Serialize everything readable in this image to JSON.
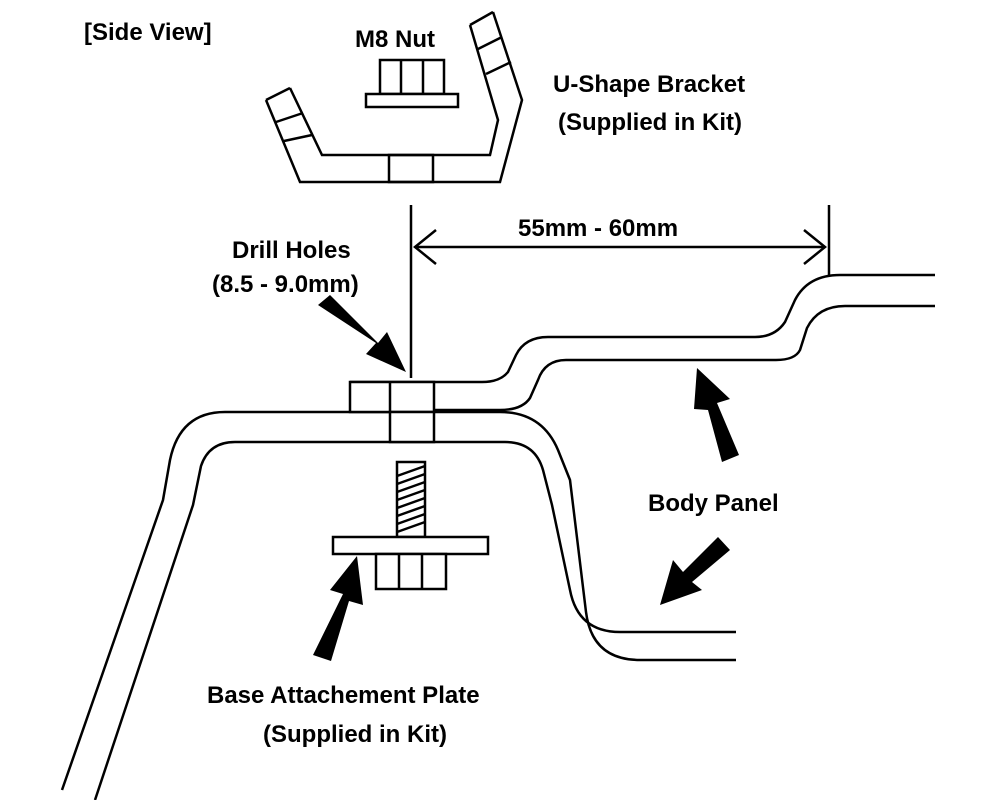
{
  "labels": {
    "view": "[Side View]",
    "nut": "M8 Nut",
    "bracket_line1": "U-Shape Bracket",
    "bracket_line2": "(Supplied in Kit)",
    "dimension": "55mm - 60mm",
    "drill_line1": "Drill Holes",
    "drill_line2": "(8.5 - 9.0mm)",
    "body_panel": "Body Panel",
    "plate_line1": "Base Attachement Plate",
    "plate_line2": "(Supplied in Kit)"
  },
  "colors": {
    "ink": "#000000",
    "paper": "#ffffff"
  }
}
